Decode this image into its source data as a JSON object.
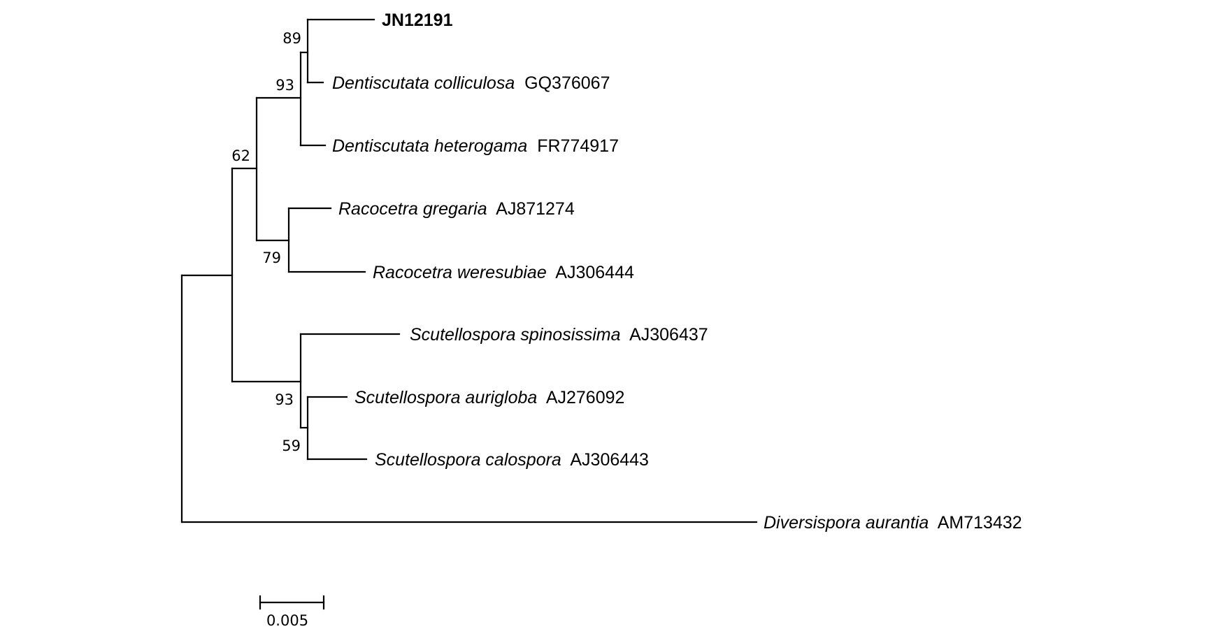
{
  "taxa": [
    {
      "id": "jn",
      "species": "",
      "accession": "JN12191",
      "bold": true
    },
    {
      "id": "dcol",
      "species": "Dentiscutata colliculosa",
      "accession": "GQ376067",
      "bold": false
    },
    {
      "id": "dhet",
      "species": "Dentiscutata heterogama",
      "accession": "FR774917",
      "bold": false
    },
    {
      "id": "rgre",
      "species": "Racocetra gregaria",
      "accession": "AJ871274",
      "bold": false
    },
    {
      "id": "rwer",
      "species": "Racocetra weresubiae",
      "accession": "AJ306444",
      "bold": false
    },
    {
      "id": "sspi",
      "species": "Scutellospora spinosissima",
      "accession": "AJ306437",
      "bold": false
    },
    {
      "id": "saur",
      "species": "Scutellospora aurigloba",
      "accession": "AJ276092",
      "bold": false
    },
    {
      "id": "scal",
      "species": "Scutellospora calospora",
      "accession": "AJ306443",
      "bold": false
    },
    {
      "id": "daur",
      "species": "Diversispora aurantia",
      "accession": "AM713432",
      "bold": false
    }
  ],
  "bootstrap": [
    {
      "node": "jn_dcol",
      "value": "89"
    },
    {
      "node": "dentiscutata",
      "value": "93"
    },
    {
      "node": "dent_raco",
      "value": "62"
    },
    {
      "node": "racocetra",
      "value": "79"
    },
    {
      "node": "scutellospora",
      "value": "93"
    },
    {
      "node": "saur_scal",
      "value": "59"
    }
  ],
  "scale_bar": {
    "value": 0.005,
    "label": "0.005"
  }
}
